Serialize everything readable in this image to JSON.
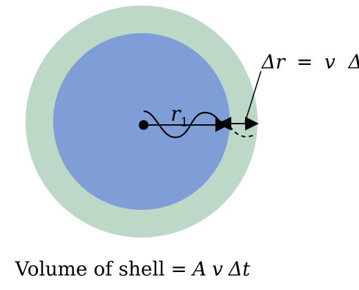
{
  "colors": {
    "outer_shell": "#bed8c8",
    "inner_sphere": "#7f9ed8",
    "ink": "#000000"
  },
  "labels": {
    "shell_thickness": {
      "delta_r": "Δr",
      "equals": "=",
      "v": "v",
      "delta_t": "Δt"
    },
    "radius": {
      "r": "r",
      "subscript": "1"
    }
  },
  "caption": {
    "prefix": "Volume of shell =",
    "A": "A",
    "v": "v",
    "delta_t": "Δt"
  }
}
